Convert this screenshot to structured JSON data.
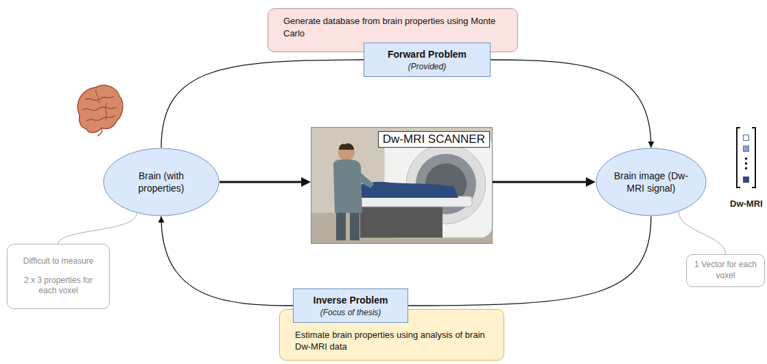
{
  "diagram": {
    "nodes": [
      {
        "text": [
          "Generate database from brain properties using Monte Carlo"
        ]
      },
      {
        "text": [
          "Forward Problem",
          "(Provided)"
        ]
      },
      {
        "text": [
          "Brain (with properties)"
        ]
      },
      {
        "text": [
          "Dw-MRI SCANNER"
        ]
      },
      {
        "text": [
          "Brain image (Dw-MRI signal)"
        ]
      },
      {
        "text": [
          "Difficult to measure",
          "2 x 3 properties for each voxel"
        ]
      },
      {
        "text": [
          "1 Vector for each voxel"
        ]
      },
      {
        "text": [
          "Inverse Problem",
          "(Focus of thesis)"
        ]
      },
      {
        "text": [
          "Estimate brain properties using analysis of brain Dw-MRI data"
        ]
      }
    ],
    "edges": [
      {
        "from": 2,
        "to": 3,
        "arrow": "to"
      },
      {
        "from": 3,
        "to": 4,
        "arrow": "to"
      },
      {
        "from": 2,
        "to": 1,
        "arrow": "none"
      },
      {
        "from": 1,
        "to": 4,
        "arrow": "to"
      },
      {
        "from": 4,
        "to": 7,
        "arrow": "none"
      },
      {
        "from": 7,
        "to": 2,
        "arrow": "to"
      },
      {
        "from": 2,
        "to": 5,
        "arrow": "none"
      },
      {
        "from": 4,
        "to": 6,
        "arrow": "none"
      }
    ],
    "labels": [
      "Dw-MRI"
    ]
  }
}
